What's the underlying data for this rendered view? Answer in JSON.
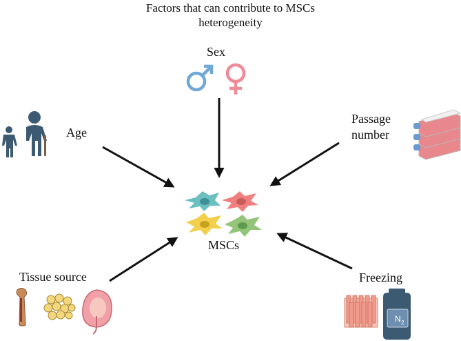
{
  "title": {
    "line1": "Factors that can contribute to MSCs",
    "line2": "heterogeneity"
  },
  "center": {
    "label": "MSCs"
  },
  "factors": {
    "sex": "Sex",
    "age": "Age",
    "passage_line1": "Passage",
    "passage_line2": "number",
    "tissue": "Tissue source",
    "freezing": "Freezing"
  },
  "icons": {
    "sex": [
      "male-symbol-icon",
      "female-symbol-icon"
    ],
    "age": [
      "child-figure-icon",
      "elderly-figure-icon"
    ],
    "passage": "culture-flask-stack-icon",
    "tissue": [
      "bone-icon",
      "adipose-tissue-icon",
      "uterus-fetus-icon"
    ],
    "freezing": [
      "cryovial-rack-icon",
      "liquid-nitrogen-dewar-icon"
    ],
    "nitrogen_label": "N",
    "nitrogen_subscript": "2"
  },
  "colors": {
    "male": "#6fa8d6",
    "female": "#ef8a97",
    "figure": "#3d5a73",
    "arrow": "#111111",
    "cell_teal": "#6cbfbf",
    "cell_red": "#f07f7f",
    "cell_yellow": "#f2cf4c",
    "cell_green": "#94c47a",
    "dewar": "#3d5a73",
    "flask": "#e8878c",
    "vial": "#ef9a8a",
    "bone": "#c98a5a",
    "fat": "#f2d77c",
    "uterus": "#f0a0a6"
  }
}
